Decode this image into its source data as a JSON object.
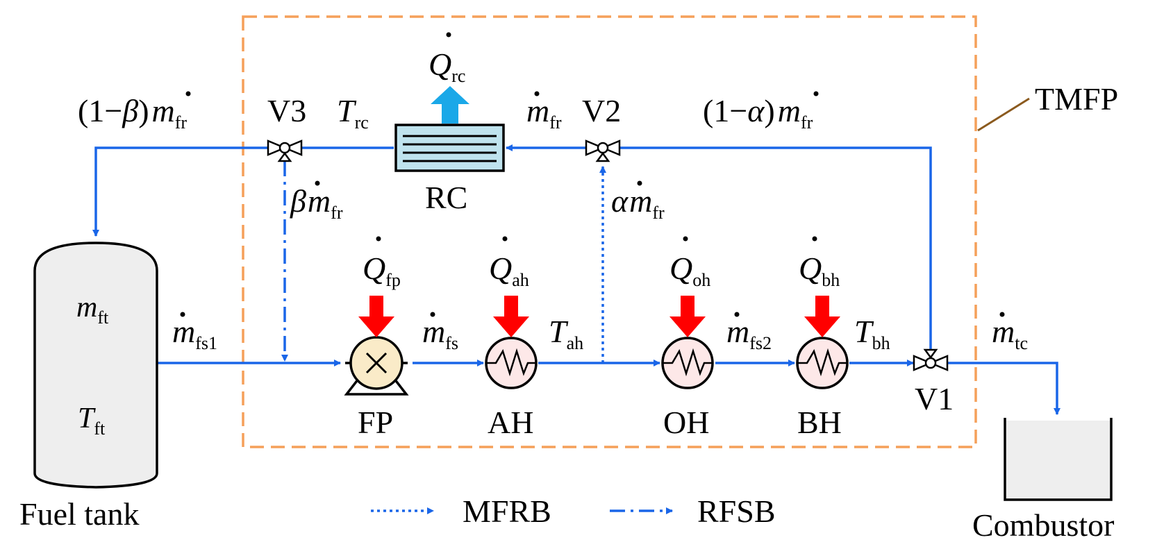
{
  "boundary": {
    "label": "TMFP"
  },
  "components": {
    "fuel_tank": {
      "label": "Fuel tank",
      "mass_sym": "m",
      "mass_sub": "ft",
      "temp_sym": "T",
      "temp_sub": "ft"
    },
    "fp": {
      "label": "FP",
      "heat_sub": "fp"
    },
    "ah": {
      "label": "AH",
      "heat_sub": "ah"
    },
    "oh": {
      "label": "OH",
      "heat_sub": "oh"
    },
    "bh": {
      "label": "BH",
      "heat_sub": "bh"
    },
    "rc": {
      "label": "RC",
      "heat_sub": "rc"
    },
    "v1": {
      "label": "V1"
    },
    "v2": {
      "label": "V2"
    },
    "v3": {
      "label": "V3"
    },
    "combustor": {
      "label": "Combustor"
    }
  },
  "flows": {
    "one_minus_beta": {
      "prefix": "(1−",
      "greek": "β",
      "close": ")",
      "sym": "m",
      "sub": "fr"
    },
    "one_minus_alpha": {
      "prefix": "(1−",
      "greek": "α",
      "close": ")",
      "sym": "m",
      "sub": "fr"
    },
    "beta_mfr": {
      "greek": "β",
      "sym": "m",
      "sub": "fr"
    },
    "alpha_mfr": {
      "greek": "α",
      "sym": "m",
      "sub": "fr"
    },
    "mfr": {
      "sym": "m",
      "sub": "fr"
    },
    "mfs1": {
      "sym": "m",
      "sub": "fs1"
    },
    "mfs": {
      "sym": "m",
      "sub": "fs"
    },
    "mfs2": {
      "sym": "m",
      "sub": "fs2"
    },
    "mtc": {
      "sym": "m",
      "sub": "tc"
    }
  },
  "temperatures": {
    "trc": {
      "sym": "T",
      "sub": "rc"
    },
    "tah": {
      "sym": "T",
      "sub": "ah"
    },
    "tbh": {
      "sym": "T",
      "sub": "bh"
    }
  },
  "heat_symbol": "Q",
  "legend": [
    {
      "label": "MFRB",
      "style": "dotted"
    },
    {
      "label": "RFSB",
      "style": "dash-dot"
    }
  ],
  "colors": {
    "flow": "#1a66e8",
    "boundary": "#f5a05a",
    "heat_in": "#ff0000",
    "heat_out": "#1aa8e8",
    "fp_fill": "#faebc8",
    "hx_fill": "#fde8e8",
    "rc_fill": "#bfe3ee",
    "tank_fill": "#eeeeee",
    "leader": "#8b5a1e"
  }
}
